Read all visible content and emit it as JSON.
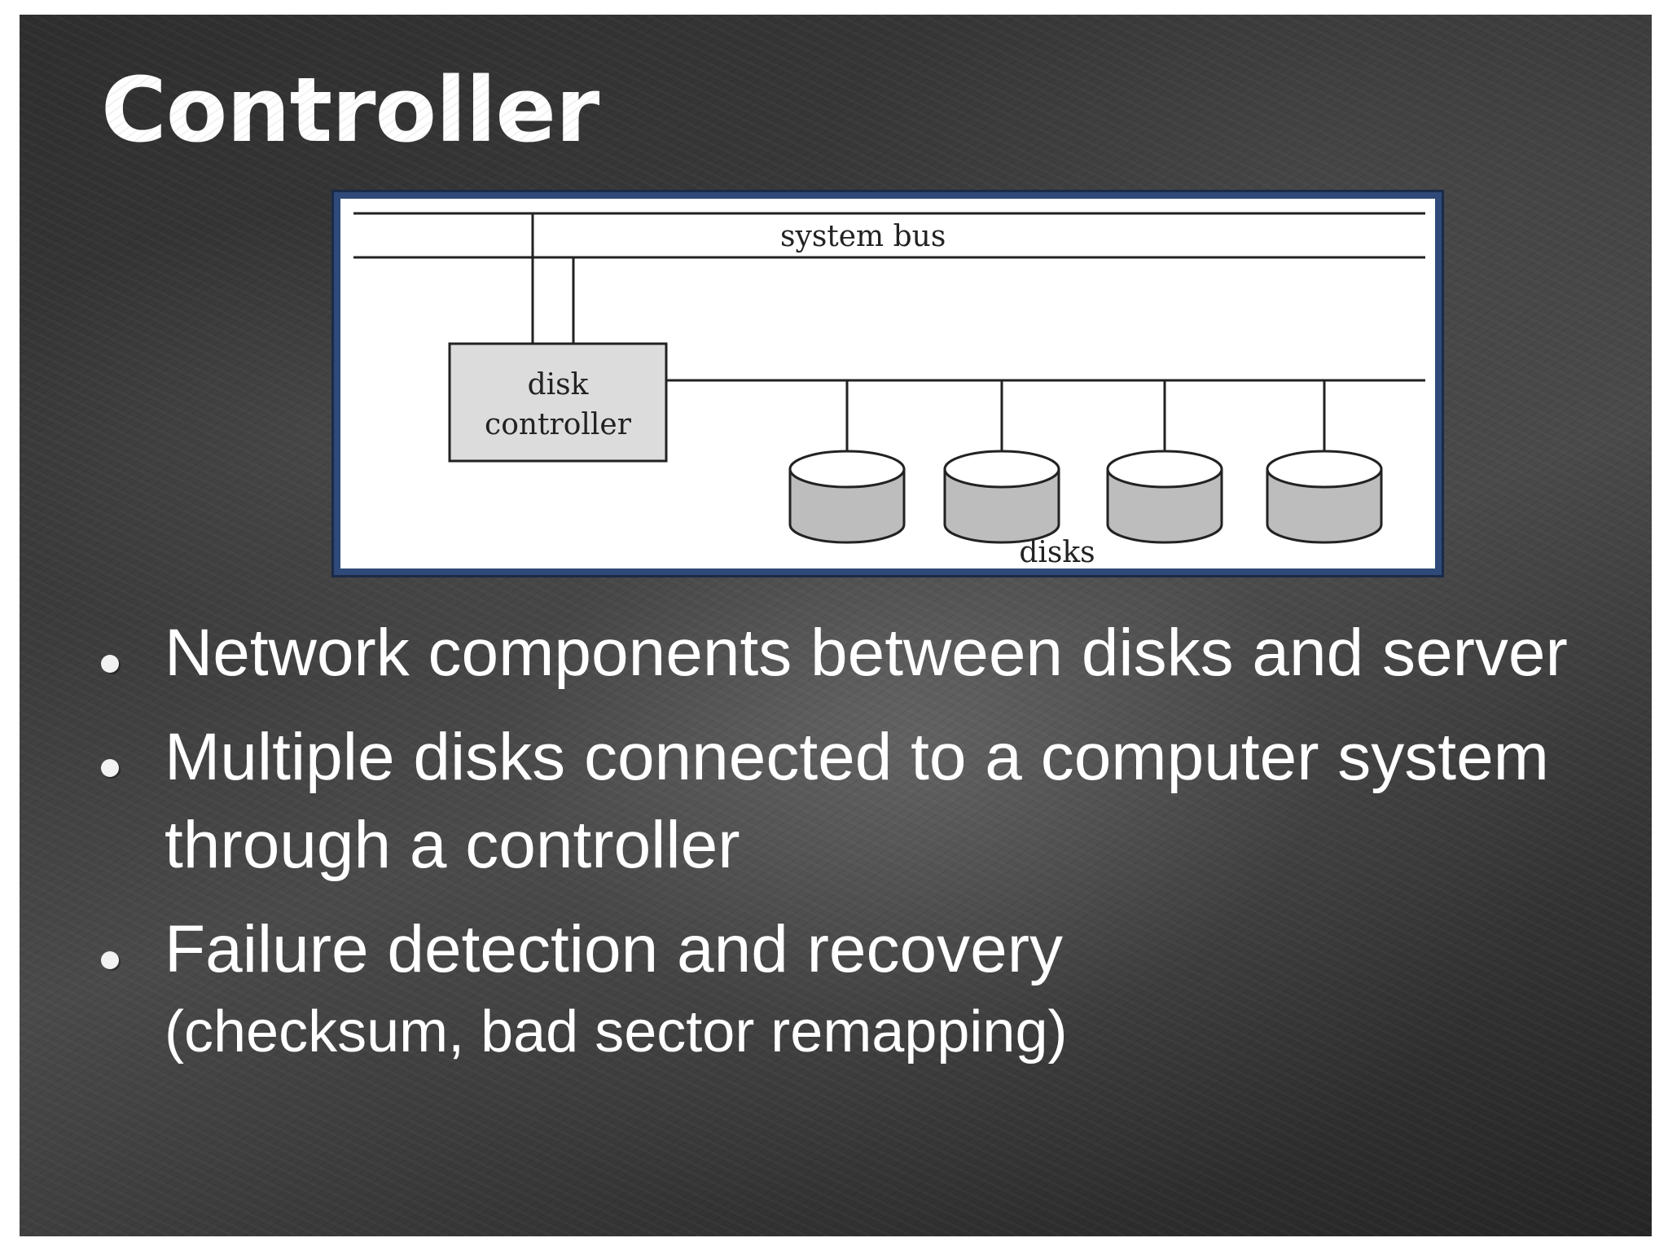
{
  "slide": {
    "title": "Controller"
  },
  "diagram": {
    "system_bus_label": "system bus",
    "disk_controller_label_line1": "disk",
    "disk_controller_label_line2": "controller",
    "disks_label": "disks",
    "disk_count": 4,
    "colors": {
      "frame_border": "#2f4a78",
      "controller_fill": "#dcdcdc",
      "disk_body": "#bdbdbd",
      "disk_top": "#ffffff"
    }
  },
  "bullets": [
    {
      "text": "Network components between disks and server",
      "sub": ""
    },
    {
      "text": "Multiple disks connected to a computer system through a controller",
      "sub": ""
    },
    {
      "text": "Failure detection and recovery",
      "sub": "(checksum, bad sector remapping)"
    }
  ]
}
